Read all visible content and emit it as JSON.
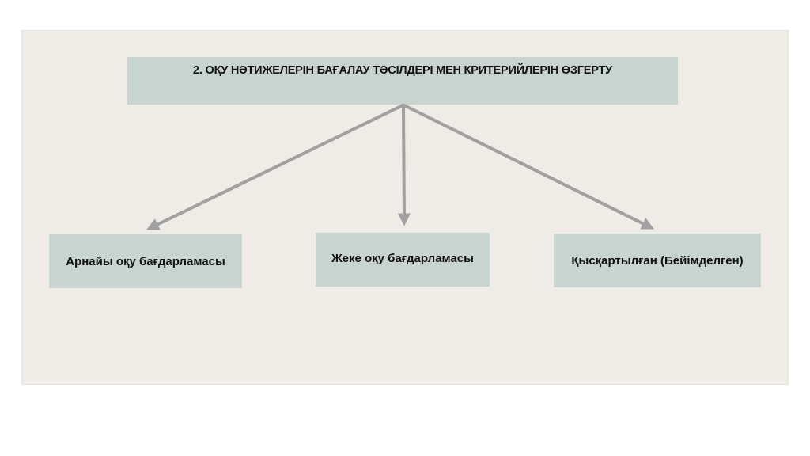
{
  "diagram": {
    "title": "2. ОҚУ НӘТИЖЕЛЕРІН БАҒАЛАУ ТӘСІЛДЕРІ МЕН КРИТЕРИЙЛЕРІН ӨЗГЕРТУ",
    "children": [
      {
        "label": "Арнайы оқу бағдарламасы"
      },
      {
        "label": "Жеке оқу бағдарламасы"
      },
      {
        "label": "Қысқартылған (Бейімделген)"
      }
    ],
    "colors": {
      "slide_background": "#efebe6",
      "box_fill": "#c8d4d0",
      "arrow": "#a0a0a0",
      "text": "#111111"
    }
  }
}
